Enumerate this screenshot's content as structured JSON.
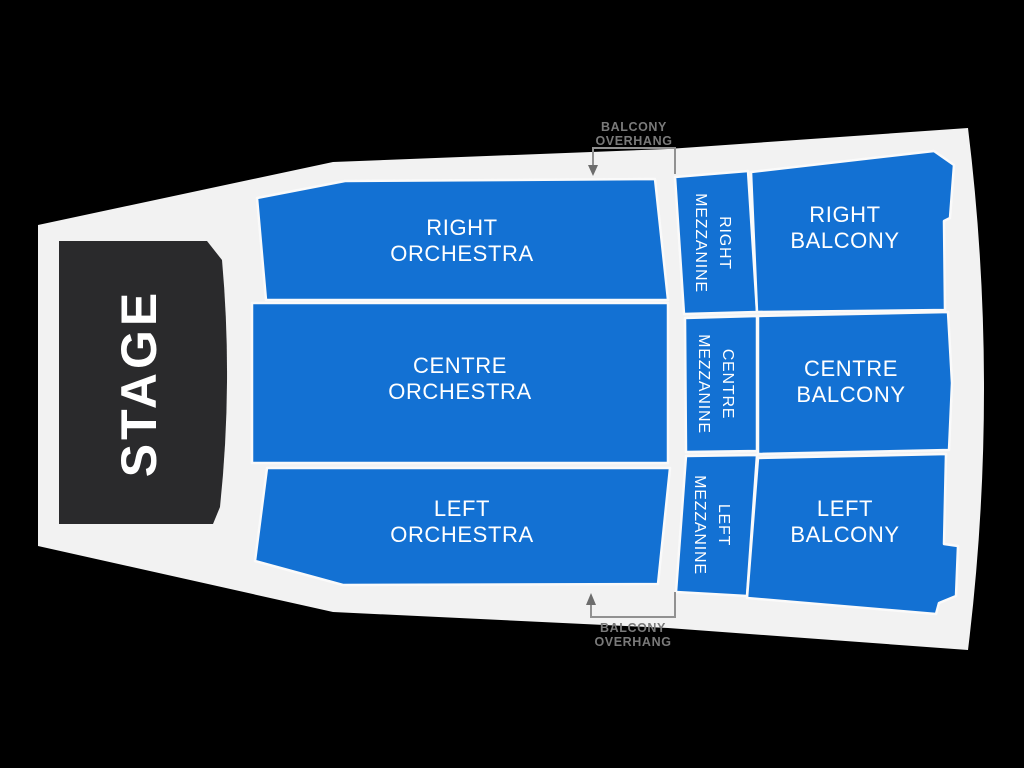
{
  "title": "Venue seating chart",
  "colors": {
    "background": "#000000",
    "venue_fill": "#f2f2f2",
    "section_blue": "#1371d3",
    "stage_dark": "#2a2a2c",
    "label_white": "#ffffff",
    "overhang_text_gray": "#7a7a7a",
    "bracket_gray": "#919191",
    "arrow_gray": "#6d6d6d"
  },
  "stage": {
    "label": "STAGE"
  },
  "sections": {
    "right_orchestra": {
      "line1": "RIGHT",
      "line2": "ORCHESTRA"
    },
    "centre_orchestra": {
      "line1": "CENTRE",
      "line2": "ORCHESTRA"
    },
    "left_orchestra": {
      "line1": "LEFT",
      "line2": "ORCHESTRA"
    },
    "right_mezzanine": {
      "line1": "RIGHT",
      "line2": "MEZZANINE"
    },
    "centre_mezzanine": {
      "line1": "CENTRE",
      "line2": "MEZZANINE"
    },
    "left_mezzanine": {
      "line1": "LEFT",
      "line2": "MEZZANINE"
    },
    "right_balcony": {
      "line1": "RIGHT",
      "line2": "BALCONY"
    },
    "centre_balcony": {
      "line1": "CENTRE",
      "line2": "BALCONY"
    },
    "left_balcony": {
      "line1": "LEFT",
      "line2": "BALCONY"
    }
  },
  "annotations": {
    "overhang_top": {
      "line1": "BALCONY",
      "line2": "OVERHANG"
    },
    "overhang_bottom": {
      "line1": "BALCONY",
      "line2": "OVERHANG"
    }
  }
}
